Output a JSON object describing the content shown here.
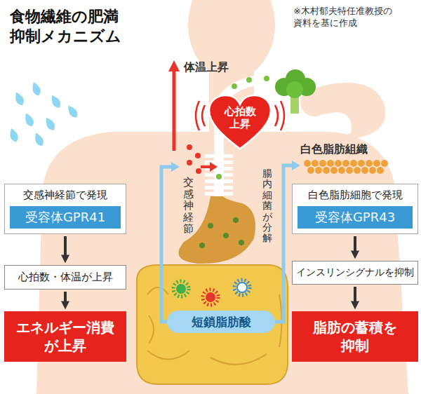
{
  "diagram": {
    "title": "食物繊維の肥満 抑制メカニズム",
    "nodes": [
      {
        "text": [
          "交感神経節で発現",
          "受容体GPR41"
        ]
      },
      {
        "text": [
          "心拍数・体温が上昇"
        ]
      },
      {
        "text": [
          "エネルギー消費 が上昇"
        ]
      },
      {
        "text": [
          "白色脂肪細胞で発現",
          "受容体GPR43"
        ]
      },
      {
        "text": [
          "インスリンシグナルを抑制"
        ]
      },
      {
        "text": [
          "脂肪の蓄積を 抑制"
        ]
      },
      {
        "text": [
          "心拍数 上昇"
        ]
      },
      {
        "text": [
          "短鎖脂肪酸"
        ]
      }
    ],
    "edges": [
      {
        "from": 0,
        "to": 1,
        "arrow": "to"
      },
      {
        "from": 1,
        "to": 2,
        "arrow": "to"
      },
      {
        "from": 3,
        "to": 4,
        "arrow": "to"
      },
      {
        "from": 4,
        "to": 5,
        "arrow": "to"
      }
    ],
    "labels": [
      "※木村郁夫特任准教授の 資料を基に作成",
      "体温上昇",
      "白色脂肪組織",
      "交感神経節",
      "腸内細菌が分解"
    ]
  }
}
